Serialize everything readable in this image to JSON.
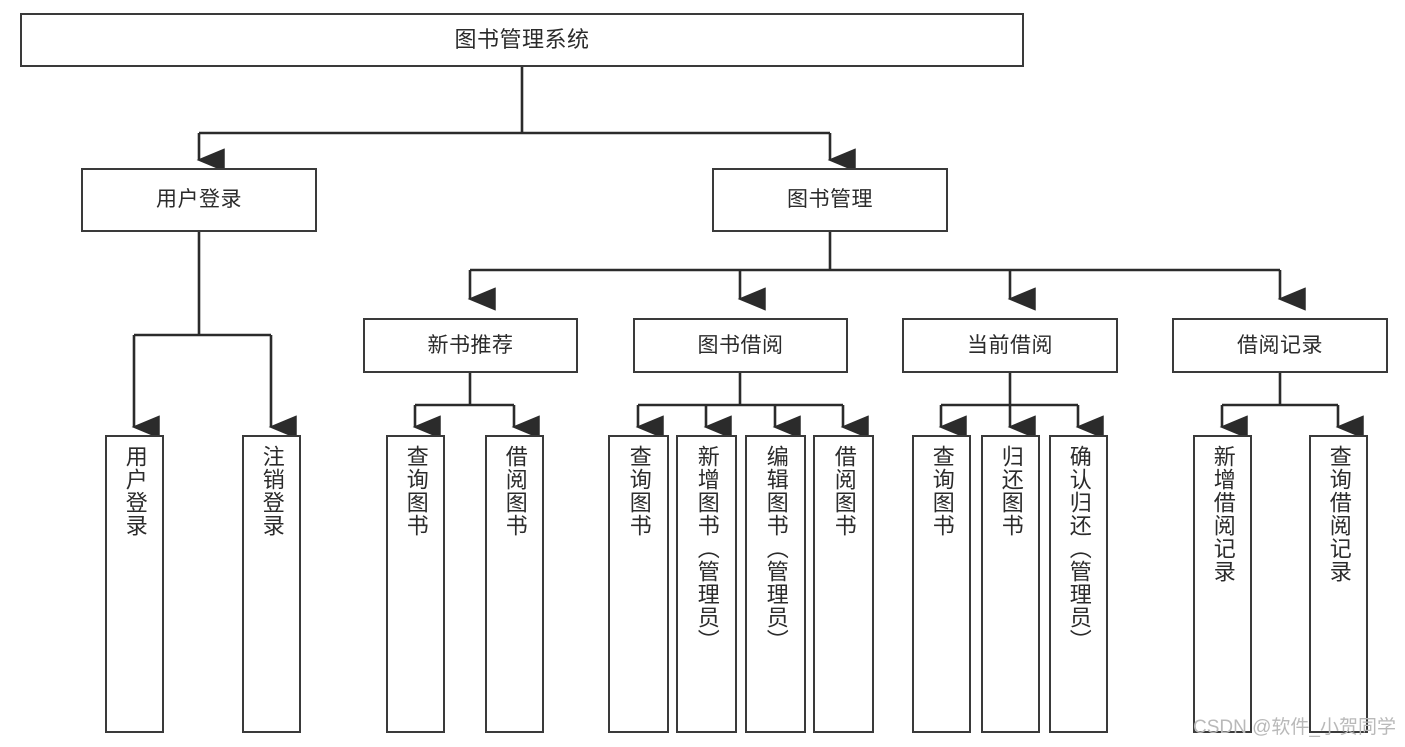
{
  "diagram": {
    "type": "tree-hierarchy",
    "title": "图书管理系统",
    "orientation": "top-down",
    "colors": {
      "node_border": "#3a3a3a",
      "node_fill": "#ffffff",
      "edge": "#2b2b2b",
      "text": "#2b2b2b",
      "watermark": "#b9b9b9",
      "background": "#ffffff"
    }
  },
  "nodes": {
    "root": {
      "label": "图书管理系统"
    },
    "level2": [
      {
        "label": "用户登录"
      },
      {
        "label": "图书管理"
      }
    ],
    "level3": [
      {
        "label": "新书推荐"
      },
      {
        "label": "图书借阅"
      },
      {
        "label": "当前借阅"
      },
      {
        "label": "借阅记录"
      }
    ],
    "leaves": {
      "user_login": [
        {
          "label": "用户登录"
        },
        {
          "label": "注销登录"
        }
      ],
      "new_book": [
        {
          "label": "查询图书"
        },
        {
          "label": "借阅图书"
        }
      ],
      "book_borrow": [
        {
          "label": "查询图书"
        },
        {
          "label": "新增图书（管理员）"
        },
        {
          "label": "编辑图书（管理员）"
        },
        {
          "label": "借阅图书"
        }
      ],
      "current_borrow": [
        {
          "label": "查询图书"
        },
        {
          "label": "归还图书"
        },
        {
          "label": "确认归还（管理员）"
        }
      ],
      "borrow_record": [
        {
          "label": "新增借阅记录"
        },
        {
          "label": "查询借阅记录"
        }
      ]
    }
  },
  "watermark": {
    "text": "CSDN @软件_小贺同学"
  }
}
